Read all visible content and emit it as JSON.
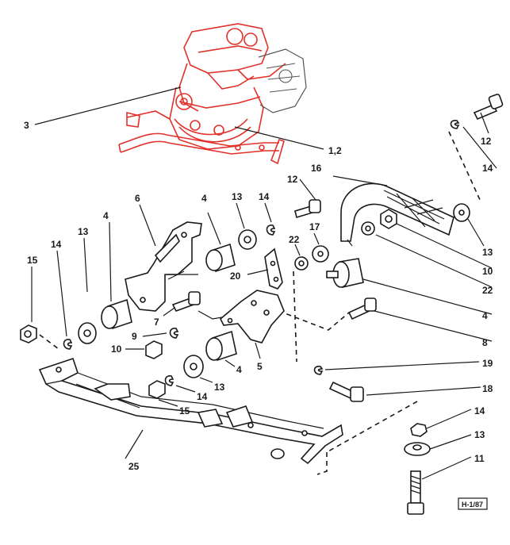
{
  "colors": {
    "engine_highlight": "#e2312a",
    "ink": "#1a1a1a",
    "background": "#ffffff"
  },
  "callouts": {
    "c3": "3",
    "c12": "1,2",
    "c12_top_right": "12",
    "c14_top_right": "14",
    "c13_top_right": "13",
    "c16": "16",
    "c10_right": "10",
    "c22_right": "22",
    "c4_right": "4",
    "c8": "8",
    "c19": "19",
    "c18": "18",
    "c14_bottom_right": "14",
    "c13_bottom_right": "13",
    "c11": "11",
    "c6": "6",
    "c4_upper_left": "4",
    "c13_upper_mid": "13",
    "c14_upper_mid": "14",
    "c12_mid": "12",
    "c22_mid": "22",
    "c17": "17",
    "c20": "20",
    "c15_left": "15",
    "c14_left": "14",
    "c13_left": "13",
    "c4_left": "4",
    "c7": "7",
    "c9": "9",
    "c10_left": "10",
    "c5": "5",
    "c4_lower": "4",
    "c13_lower": "13",
    "c14_lower": "14",
    "c15_lower": "15",
    "c25": "25"
  },
  "stamp": {
    "text": "H-1/87"
  }
}
